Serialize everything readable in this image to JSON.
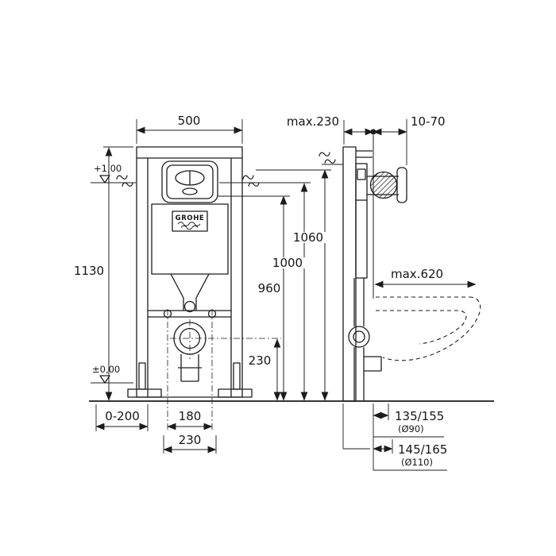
{
  "brand": {
    "logo_text": "GROHE"
  },
  "colors": {
    "line": "#1c1c1c",
    "background": "#ffffff"
  },
  "dims": {
    "front_width": "500",
    "front_height": "1130",
    "level_top": "+1,00",
    "level_floor": "±0,00",
    "foot_range": "0-200",
    "bolt_spacing": "180",
    "bottom_width": "230",
    "outlet_height": "230",
    "h960": "960",
    "h1000": "1000",
    "h1060": "1060",
    "depth_max": "max.230",
    "wall_range": "10-70",
    "bowl_depth": "max.620",
    "outlet90": "135/155",
    "outlet90_dia": "(Ø90)",
    "outlet110": "145/165",
    "outlet110_dia": "(Ø110)"
  }
}
